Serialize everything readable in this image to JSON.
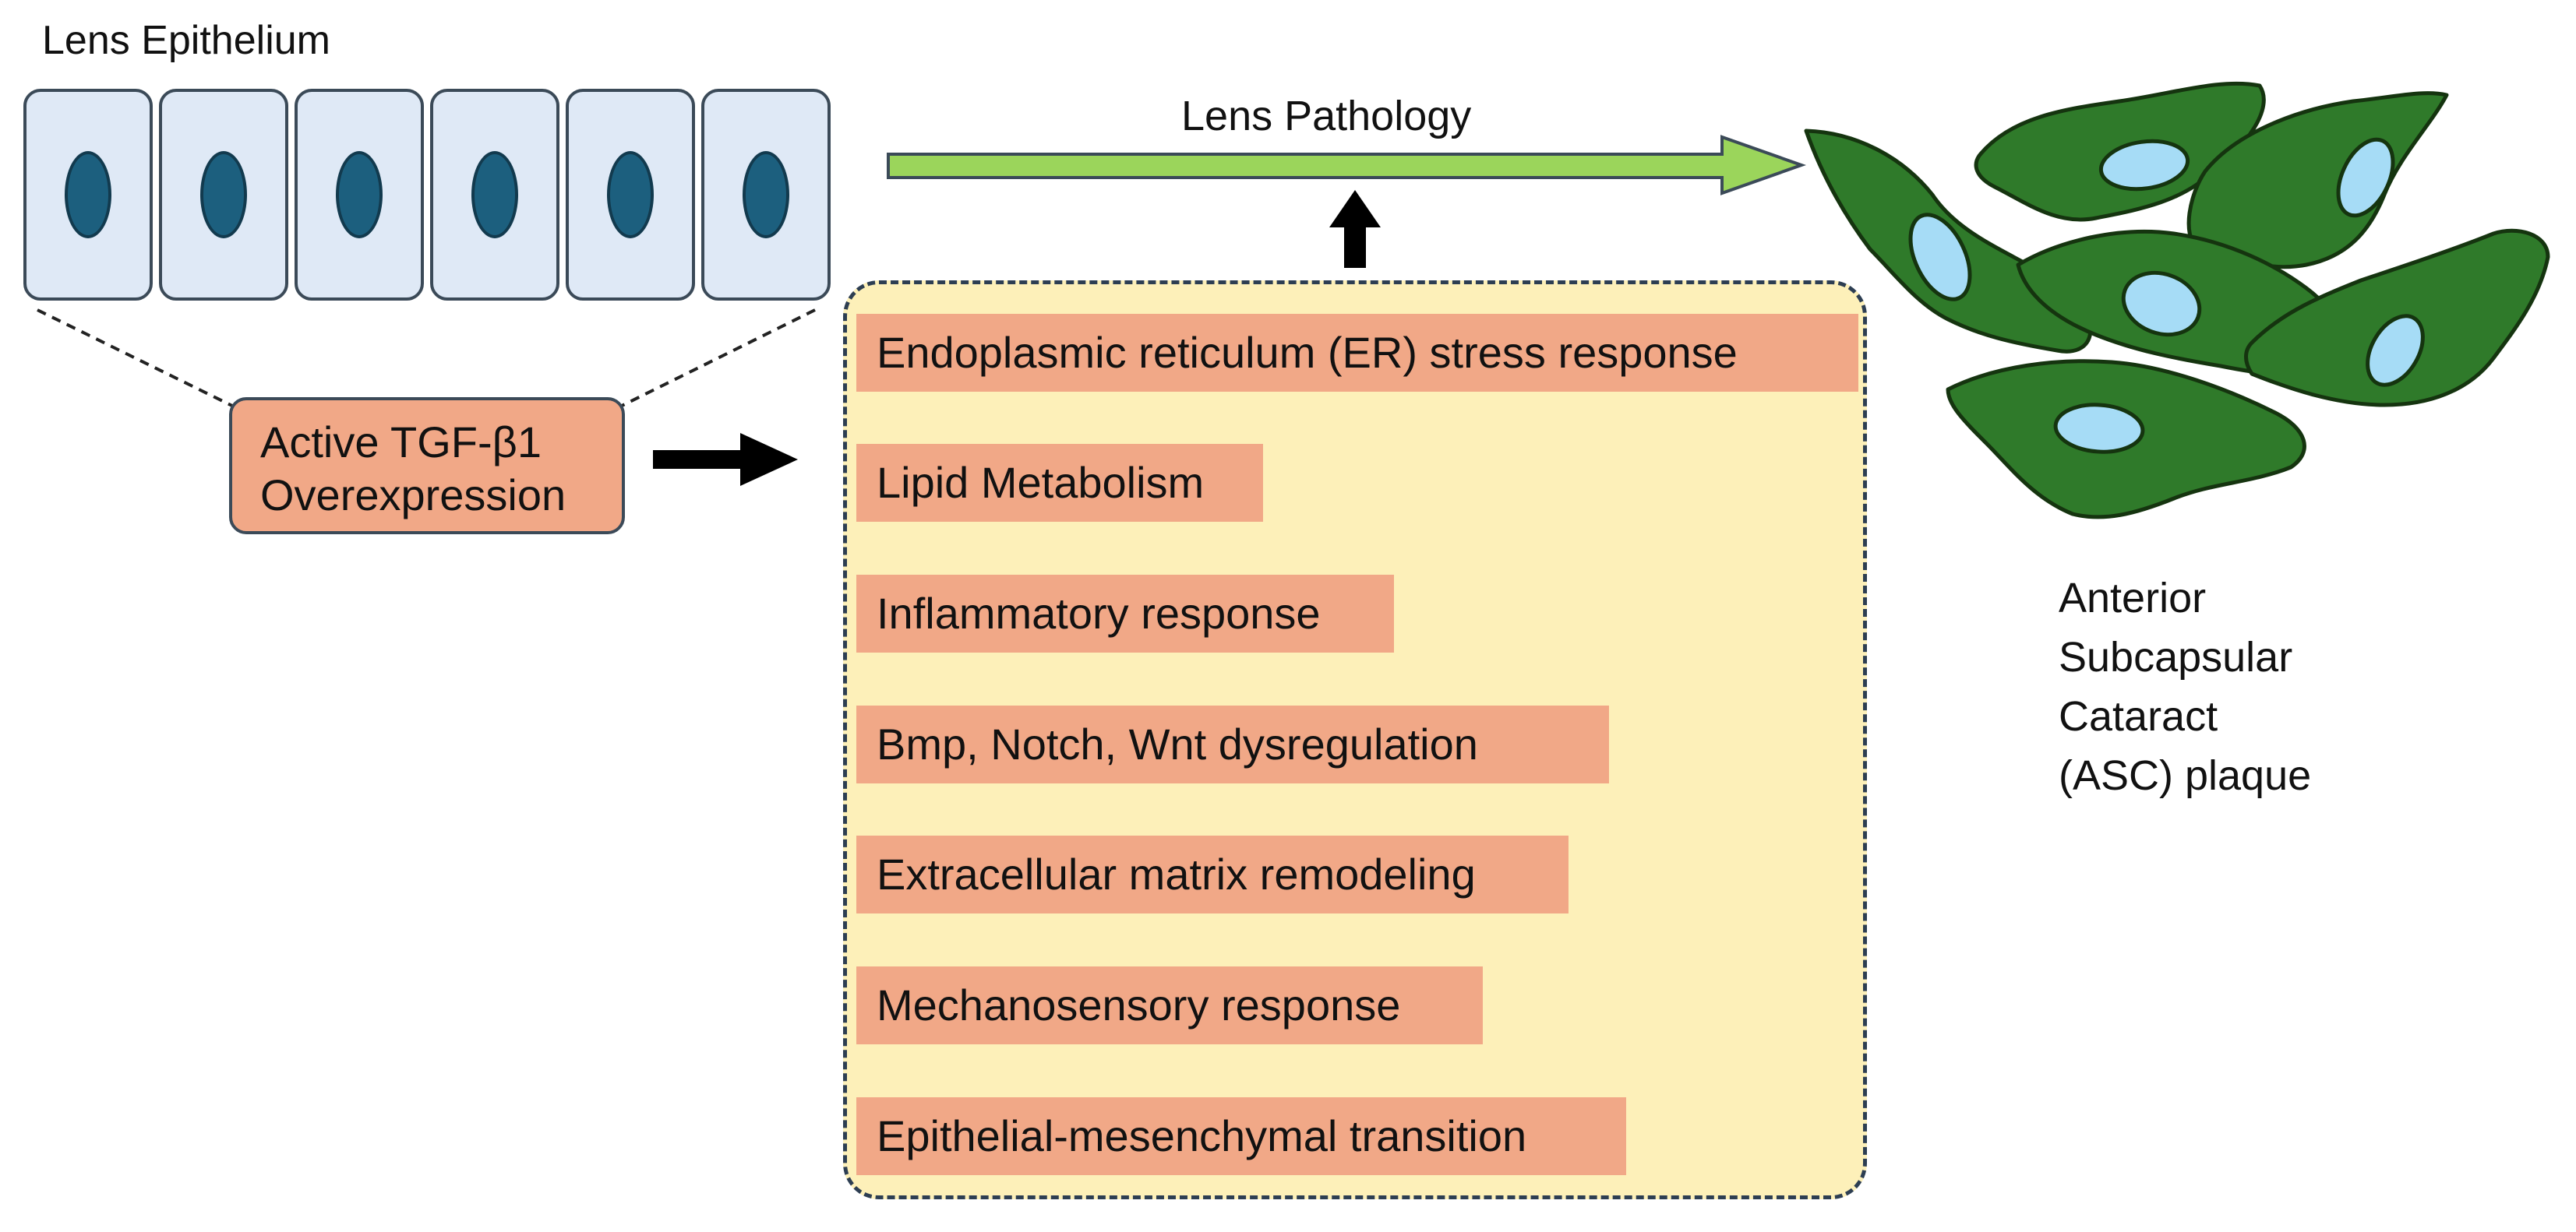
{
  "epithelium": {
    "title": "Lens Epithelium",
    "cell_count": 6
  },
  "tgf": {
    "line1": "Active TGF-β1",
    "line2": "Overexpression"
  },
  "pathology": {
    "title": "Lens Pathology"
  },
  "pathways": [
    "Endoplasmic reticulum (ER) stress response",
    "Lipid Metabolism",
    "Inflammatory response",
    "Bmp, Notch, Wnt dysregulation",
    "Extracellular matrix remodeling",
    "Mechanosensory response",
    "Epithelial-mesenchymal transition"
  ],
  "asc": {
    "lines": [
      "Anterior",
      "Subcapsular",
      "Cataract",
      "(ASC) plaque"
    ]
  },
  "colors": {
    "cell_fill": "#dfe9f6",
    "nucleus": "#1c5f7e",
    "tgf_box": "#f1a887",
    "pathway_panel": "#fdf0b9",
    "pathway_bar": "#f1a887",
    "pathology_arrow": "#9bd55b",
    "plaque_cell": "#2f7a2a",
    "plaque_nucleus": "#a6dcf6"
  }
}
